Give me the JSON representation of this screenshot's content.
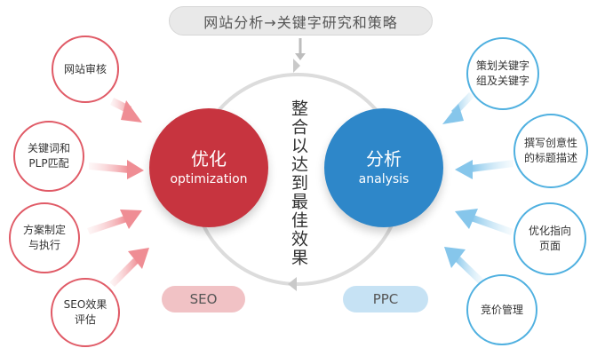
{
  "top_banner": {
    "text": "网站分析→关键字研究和策略"
  },
  "center_text": "整合以达到最佳效果",
  "left_main": {
    "zh": "优化",
    "en": "optimization"
  },
  "right_main": {
    "zh": "分析",
    "en": "analysis"
  },
  "left_items": [
    "网站审核",
    "关键词和\nPLP匹配",
    "方案制定\n与执行",
    "SEO效果\n评估"
  ],
  "right_items": [
    "策划关键字\n组及关键字",
    "撰写创意性\n的标题描述",
    "优化指向\n页面",
    "竞价管理"
  ],
  "pills": {
    "left": "SEO",
    "right": "PPC"
  },
  "colors": {
    "left_accent": "#c7343f",
    "left_border": "#e05a66",
    "right_accent": "#2e87c9",
    "right_border": "#4fb0e0",
    "ring": "#d9d9d9"
  }
}
